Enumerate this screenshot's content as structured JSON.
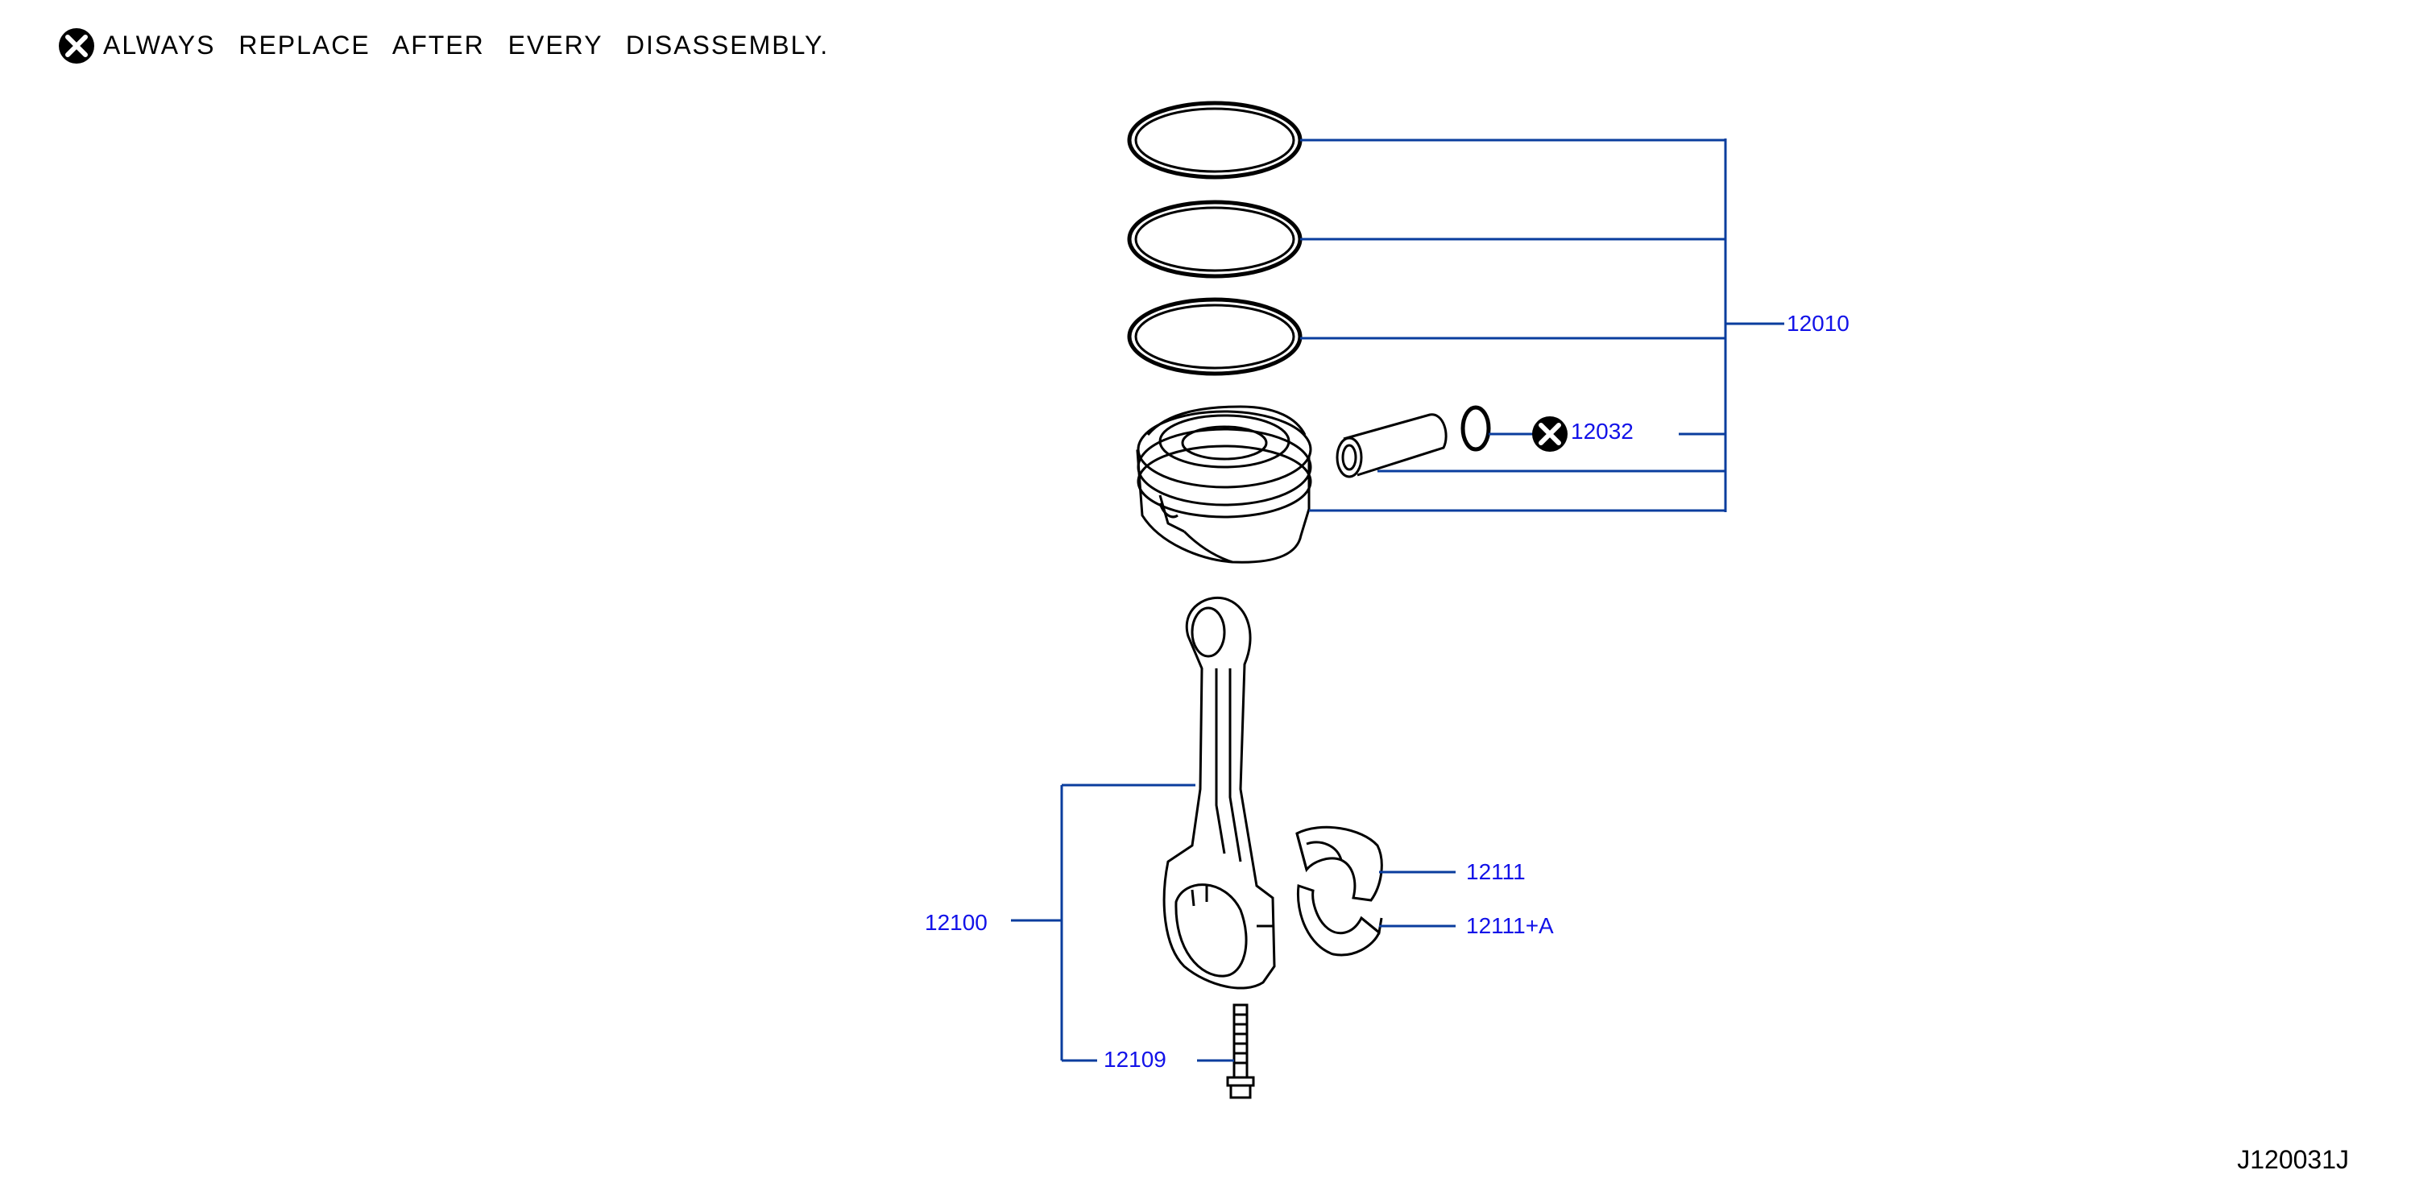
{
  "note": {
    "icon": "x-circle-icon",
    "text": "ALWAYS REPLACE AFTER EVERY DISASSEMBLY."
  },
  "reference_code": "J120031J",
  "colors": {
    "leader": "#0a3d9e",
    "label": "#1212e8",
    "outline": "#000000"
  },
  "parts": {
    "piston_assembly": "12010",
    "snap_ring": "12032",
    "connecting_rod": "12100",
    "bearing_upper": "12111",
    "bearing_lower": "12111+A",
    "rod_bolt": "12109"
  }
}
